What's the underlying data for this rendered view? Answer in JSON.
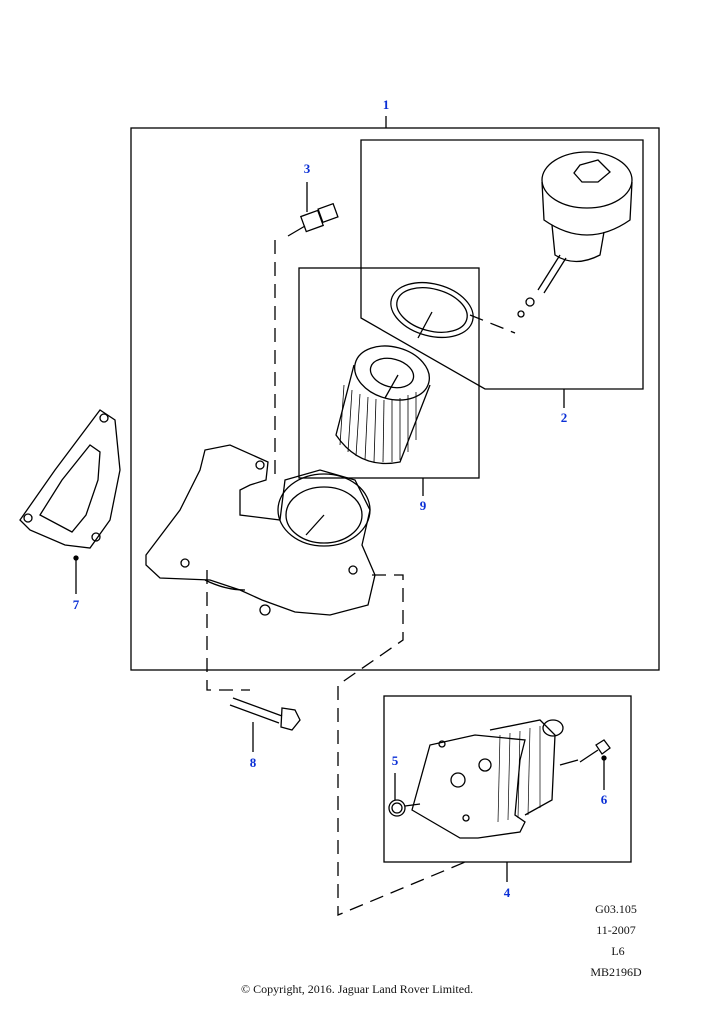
{
  "callouts": [
    "1",
    "2",
    "3",
    "4",
    "5",
    "6",
    "7",
    "8",
    "9"
  ],
  "meta": {
    "illustration_code": "G03.105",
    "date": "11-2007",
    "engine": "L6",
    "reference": "MB2196D"
  },
  "copyright": "© Copyright, 2016. Jaguar Land Rover Limited.",
  "colors": {
    "callout": "#0a2fd6",
    "line": "#000000"
  }
}
